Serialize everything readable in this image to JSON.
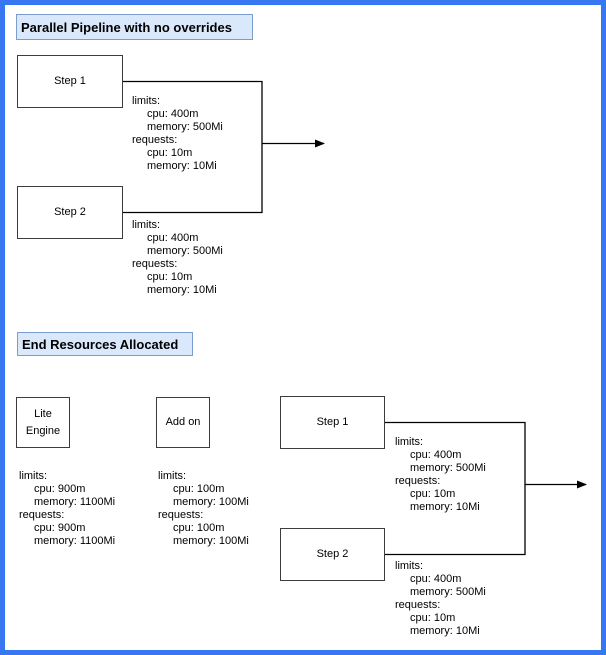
{
  "colors": {
    "outer_border": "#3778f2",
    "title_fill": "#dae8fc",
    "title_stroke": "#7a9cd0",
    "node_stroke": "#3c3c3c",
    "connector": "#000000"
  },
  "sections": [
    {
      "title": "Parallel Pipeline with no overrides",
      "nodes": [
        {
          "label": "Step 1"
        },
        {
          "label": "Step 2"
        }
      ],
      "resources": [
        {
          "lines": [
            "limits:",
            "cpu: 400m",
            "memory: 500Mi",
            "requests:",
            "cpu: 10m",
            "memory: 10Mi"
          ]
        },
        {
          "lines": [
            "limits:",
            "cpu: 400m",
            "memory: 500Mi",
            "requests:",
            "cpu: 10m",
            "memory: 10Mi"
          ]
        }
      ]
    },
    {
      "title": "End Resources Allocated",
      "nodes": [
        {
          "label": "Lite Engine"
        },
        {
          "label": "Add on"
        },
        {
          "label": "Step 1"
        },
        {
          "label": "Step 2"
        }
      ],
      "resources": [
        {
          "lines": [
            "limits:",
            "cpu: 900m",
            "memory: 1100Mi",
            "requests:",
            "cpu: 900m",
            "memory: 1100Mi"
          ]
        },
        {
          "lines": [
            "limits:",
            "cpu: 100m",
            "memory: 100Mi",
            "requests:",
            "cpu: 100m",
            "memory: 100Mi"
          ]
        },
        {
          "lines": [
            "limits:",
            "cpu: 400m",
            "memory: 500Mi",
            "requests:",
            "cpu: 10m",
            "memory: 10Mi"
          ]
        },
        {
          "lines": [
            "limits:",
            "cpu: 400m",
            "memory: 500Mi",
            "requests:",
            "cpu: 10m",
            "memory: 10Mi"
          ]
        }
      ]
    }
  ]
}
